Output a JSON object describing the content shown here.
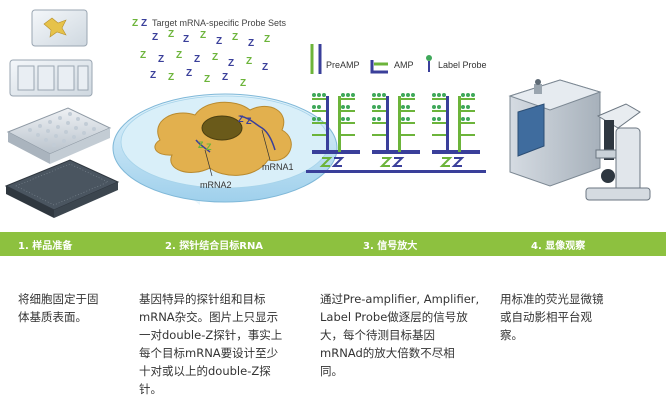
{
  "diagram": {
    "legend": {
      "probe_sets": "Target mRNA-specific Probe Sets",
      "preamp": "PreAMP",
      "amp": "AMP",
      "label_probe": "Label Probe"
    },
    "cell_labels": {
      "mrna1": "mRNA1",
      "mrna2": "mRNA2"
    }
  },
  "steps": [
    {
      "label": "1. 样品准备"
    },
    {
      "label": "2. 探针结合目标RNA"
    },
    {
      "label": "3. 信号放大"
    },
    {
      "label": "4. 显像观察"
    }
  ],
  "descriptions": [
    {
      "lines": [
        "将细胞固定于固",
        "体基质表面。"
      ]
    },
    {
      "lines": [
        "基因特异的探针组和目标",
        "mRNA杂交。图片上只显示",
        "一对double-Z探针，事实上",
        "每个目标mRNA要设计至少",
        "十对或以上的double-Z探",
        "针。"
      ]
    },
    {
      "lines": [
        "通过Pre-amplifier, Amplifier,",
        "Label Probe做逐层的信号放",
        "大，每个待测目标基因",
        "mRNAd的放大倍数不尽相",
        "同。"
      ]
    },
    {
      "lines": [
        "用标准的荧光显微镜",
        "或自动影相平台观",
        "察。"
      ]
    }
  ],
  "colors": {
    "bar": "#8dc13f",
    "green_z": "#6cb43a",
    "blue_probe": "#3a3f9a",
    "label_probe_green": "#3fa85a",
    "cell": "#e0b04f",
    "dish": "#c9e6f5"
  }
}
